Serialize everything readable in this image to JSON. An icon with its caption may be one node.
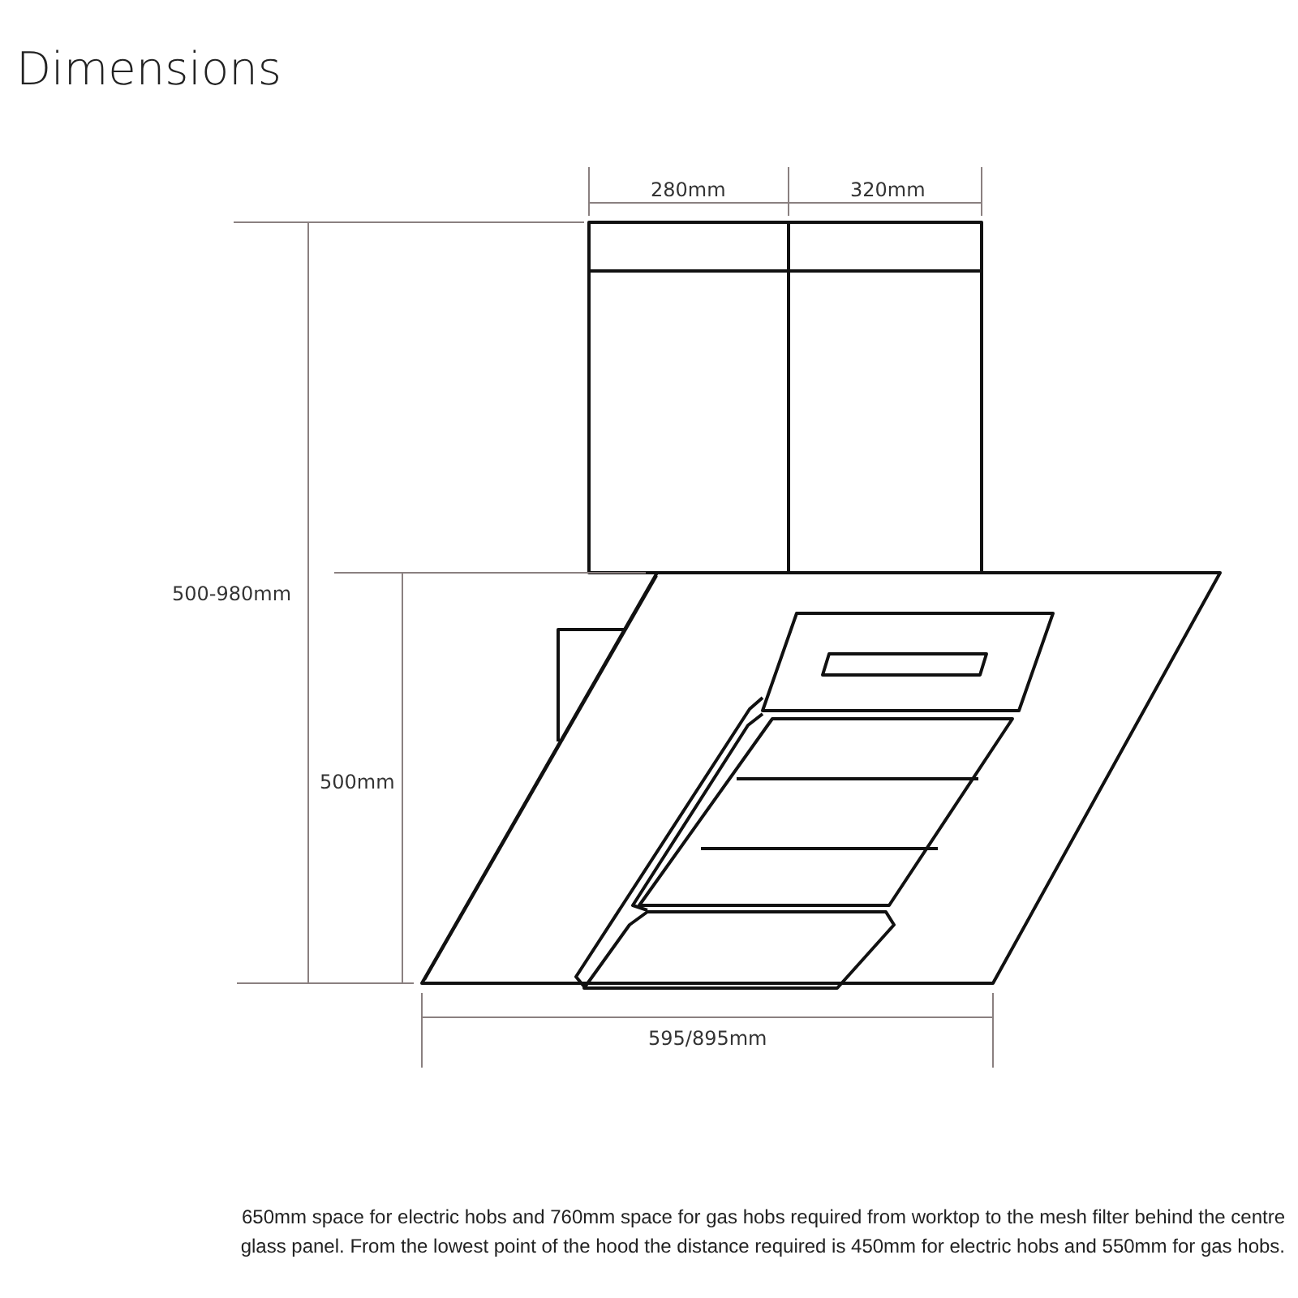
{
  "diagram": {
    "title": "Dimensions",
    "labels": [
      "280mm",
      "320mm",
      "500-980mm",
      "500mm",
      "595/895mm"
    ],
    "caption": "650mm space for electric hobs and 760mm space for gas hobs required from worktop to the mesh filter behind the centre glass panel. From the lowest point of the hood the distance required is 450mm for electric hobs and 550mm for gas hobs."
  }
}
